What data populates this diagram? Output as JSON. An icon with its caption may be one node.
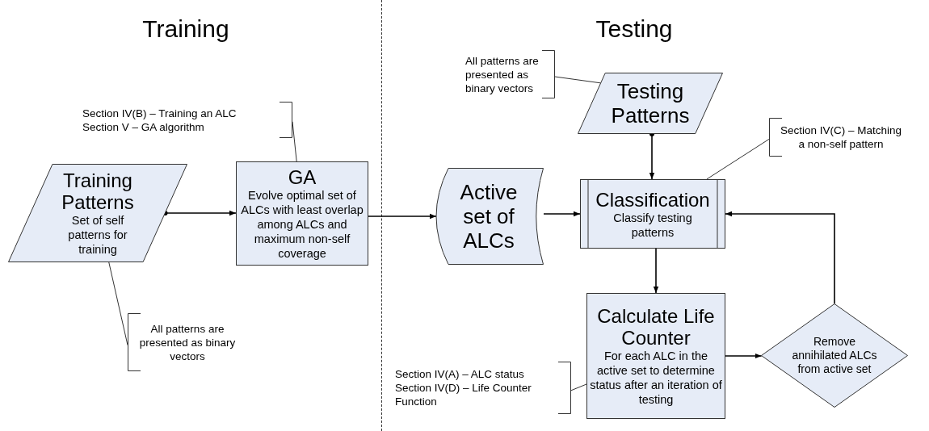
{
  "diagram": {
    "nodes": [
      {
        "text": [
          "Training Patterns",
          "Set of self patterns for training"
        ]
      },
      {
        "text": [
          "GA",
          "Evolve optimal set of ALCs with least overlap among ALCs and maximum non-self coverage"
        ]
      },
      {
        "text": [
          "Active set of ALCs"
        ]
      },
      {
        "text": [
          "Testing Patterns"
        ]
      },
      {
        "text": [
          "Classification",
          "Classify testing patterns"
        ]
      },
      {
        "text": [
          "Calculate Life Counter",
          "For each ALC in the active set to determine status after an iteration of testing"
        ]
      },
      {
        "text": [
          "Remove annihilated ALCs from active set"
        ]
      },
      {
        "text": [
          "Section IV(B) – Training an ALC",
          "Section V – GA algorithm"
        ]
      },
      {
        "text": [
          "All patterns are presented as binary vectors"
        ]
      },
      {
        "text": [
          "All patterns are presented as binary vectors"
        ]
      },
      {
        "text": [
          "Section IV(C) – Matching a non-self pattern"
        ]
      },
      {
        "text": [
          "Section IV(A) – ALC status",
          "Section IV(D) – Life Counter Function"
        ]
      }
    ],
    "edges": [
      {
        "from": 0,
        "to": 1,
        "arrow": "to"
      },
      {
        "from": 1,
        "to": 2,
        "arrow": "to"
      },
      {
        "from": 2,
        "to": 4,
        "arrow": "to"
      },
      {
        "from": 3,
        "to": 4,
        "arrow": "to"
      },
      {
        "from": 4,
        "to": 5,
        "arrow": "to"
      },
      {
        "from": 5,
        "to": 6,
        "arrow": "to"
      },
      {
        "from": 6,
        "to": 4,
        "arrow": "to"
      },
      {
        "from": 7,
        "to": 1,
        "arrow": "none"
      },
      {
        "from": 8,
        "to": 0,
        "arrow": "none"
      },
      {
        "from": 9,
        "to": 3,
        "arrow": "none"
      },
      {
        "from": 10,
        "to": 4,
        "arrow": "none"
      },
      {
        "from": 11,
        "to": 5,
        "arrow": "none"
      }
    ],
    "labels": [
      "Training",
      "Testing"
    ]
  }
}
